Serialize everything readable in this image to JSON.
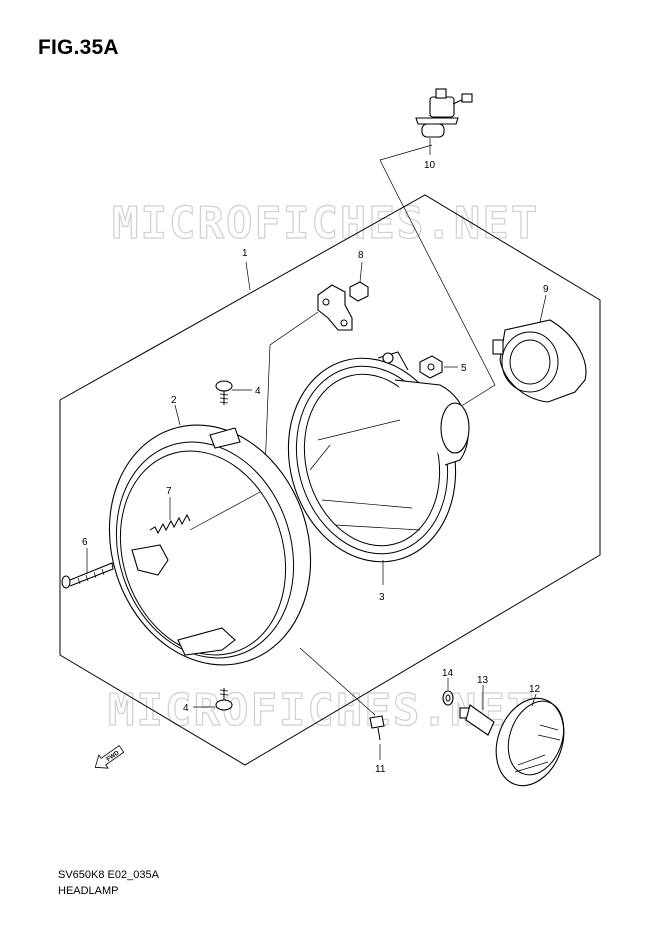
{
  "figure": {
    "title": "FIG.35A",
    "model_code": "SV650K8 E02_035A",
    "name": "HEADLAMP"
  },
  "watermark": "MICROFICHES.NET",
  "direction_mark": "FWD",
  "callouts": [
    {
      "id": "c1",
      "label": "1"
    },
    {
      "id": "c2",
      "label": "2"
    },
    {
      "id": "c3",
      "label": "3"
    },
    {
      "id": "c4a",
      "label": "4"
    },
    {
      "id": "c4b",
      "label": "4"
    },
    {
      "id": "c5",
      "label": "5"
    },
    {
      "id": "c6",
      "label": "6"
    },
    {
      "id": "c7",
      "label": "7"
    },
    {
      "id": "c8",
      "label": "8"
    },
    {
      "id": "c9",
      "label": "9"
    },
    {
      "id": "c10",
      "label": "10"
    },
    {
      "id": "c11",
      "label": "11"
    },
    {
      "id": "c12",
      "label": "12"
    },
    {
      "id": "c13",
      "label": "13"
    },
    {
      "id": "c14",
      "label": "14"
    }
  ]
}
